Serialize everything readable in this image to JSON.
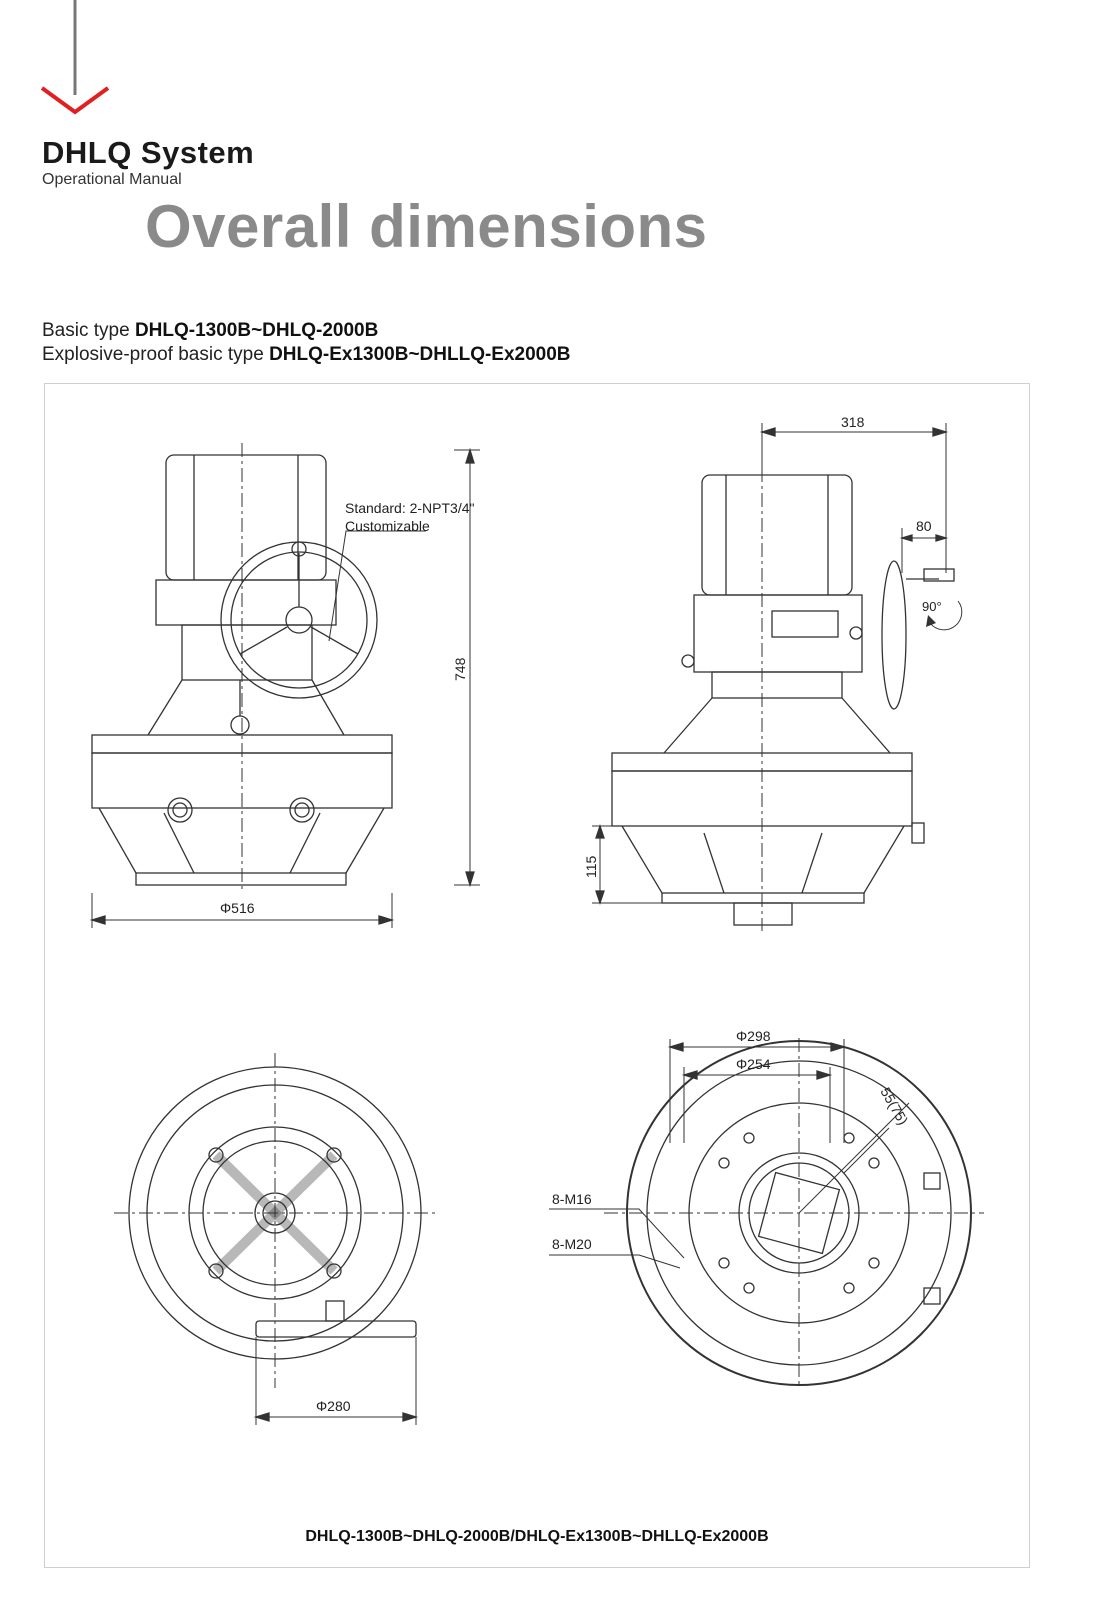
{
  "header": {
    "title": "DHLQ  System",
    "subtitle": "Operational Manual",
    "heading": "Overall dimensions"
  },
  "types": {
    "basic_prefix": "Basic type ",
    "basic_model": "DHLQ-1300B~DHLQ-2000B",
    "ex_prefix": "Explosive-proof basic type ",
    "ex_model": "DHLQ-Ex1300B~DHLLQ-Ex2000B"
  },
  "front_view": {
    "note_line1": "Standard: 2-NPT3/4\"",
    "note_line2": "Customizable",
    "dim_height": "748",
    "dim_diameter": "Φ516"
  },
  "side_view": {
    "dim_width": "318",
    "dim_handwheel": "80",
    "dim_angle": "90°",
    "dim_base": "115"
  },
  "top_view": {
    "dim_handwheel_dia": "Φ280"
  },
  "bottom_view": {
    "dim_outer": "Φ298",
    "dim_inner": "Φ254",
    "dim_angle_offset": "55(75)",
    "bolts_upper": "8-M16",
    "bolts_lower": "8-M20"
  },
  "footer": {
    "caption": "DHLQ-1300B~DHLQ-2000B/DHLQ-Ex1300B~DHLLQ-Ex2000B"
  }
}
